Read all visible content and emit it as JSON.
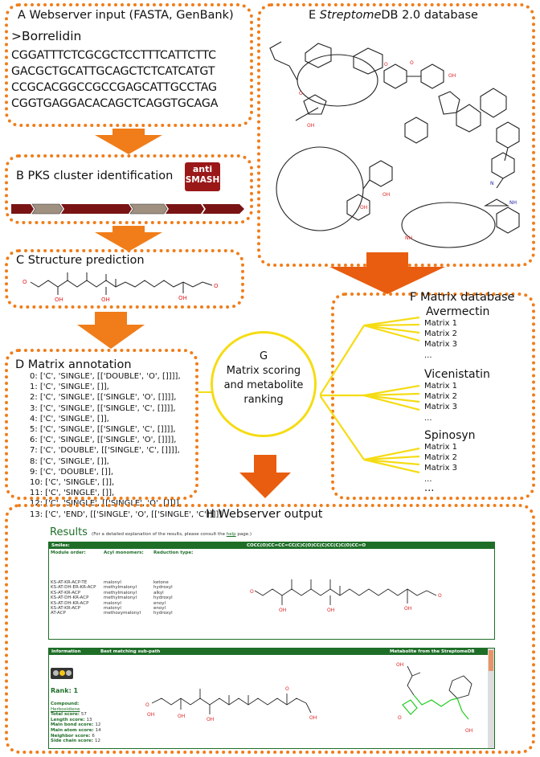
{
  "panelA": {
    "title": "A  Webserver input (FASTA, GenBank)",
    "header": ">Borrelidin",
    "seq": [
      "CGGATTTCTCGCGCTCCTTTCATTCTTC",
      "GACGCTGCATTGCAGCTCTCATCATGT",
      "CCGCACGGCCGCCGAGCATTGCCTAG",
      "CGGTGAGGACACAGCTCAGGTGCAGA"
    ]
  },
  "panelB": {
    "title": "B  PKS cluster identification",
    "logo_top": "anti",
    "logo_bottom": "SMASH"
  },
  "panelC": {
    "title": "C  Structure prediction"
  },
  "panelD": {
    "title": "D  Matrix annotation",
    "lines": [
      "0: ['C', 'SINGLE', [['DOUBLE', 'O', []]]],",
      "1: ['C', 'SINGLE', []],",
      "2: ['C', 'SINGLE', [['SINGLE', 'O', []]]],",
      "3: ['C', 'SINGLE', [['SINGLE', 'C', []]]],",
      "4: ['C', 'SINGLE', []],",
      "5: ['C', 'SINGLE', [['SINGLE', 'C', []]]],",
      "6: ['C', 'SINGLE', [['SINGLE', 'O', []]]],",
      "7: ['C', 'DOUBLE', [['SINGLE', 'C', []]]],",
      "8: ['C', 'SINGLE', []],",
      "9: ['C', 'DOUBLE', []],",
      "10: ['C', 'SINGLE', []],",
      "11: ['C', 'SINGLE', []],",
      "12: ['C', 'SINGLE', [['SINGLE', 'O', []]]],",
      "13: ['C', 'END', [['SINGLE', 'O', [['SINGLE', 'C']]]]]"
    ]
  },
  "panelE": {
    "title_prefix": "E  ",
    "title_italic": "Streptome",
    "title_rest": "DB 2.0 database"
  },
  "panelF": {
    "title": "F  Matrix database",
    "groups": [
      {
        "name": "Avermectin",
        "items": [
          "Matrix 1",
          "Matrix 2",
          "Matrix 3",
          "..."
        ]
      },
      {
        "name": "Vicenistatin",
        "items": [
          "Matrix 1",
          "Matrix 2",
          "Matrix 3",
          "..."
        ]
      },
      {
        "name": "Spinosyn",
        "items": [
          "Matrix 1",
          "Matrix 2",
          "Matrix 3",
          "..."
        ]
      }
    ],
    "ellipsis": "..."
  },
  "panelG": {
    "letter": "G",
    "line1": "Matrix scoring",
    "line2": "and metabolite",
    "line3": "ranking"
  },
  "panelH": {
    "title": "H  Webserver output",
    "results_title": "Results",
    "results_note_pre": "(For a detailed explanation of the results, please consult the ",
    "results_note_link": "help",
    "results_note_post": " page.)",
    "smiles_label": "Smiles:",
    "smiles_value": "COCC(O)CC=CC=CC(C)C(O)CC(C)CC(C)C(O)CC=O",
    "col_module": "Module order:",
    "col_acyl": "Acyl monomers:",
    "col_red": "Reduction type:",
    "modules": [
      [
        "KS-AT-KR-ACP-TE",
        "malonyl",
        "ketone"
      ],
      [
        "KS-AT-DH-ER-KR-ACP",
        "methylmalonyl",
        "hydroxyl"
      ],
      [
        "KS-AT-KR-ACP",
        "methylmalonyl",
        "alkyl"
      ],
      [
        "KS-AT-DH-KR-ACP",
        "methylmalonyl",
        "hydroxyl"
      ],
      [
        "KS-AT-DH-KR-ACP",
        "malonyl",
        "enoyl"
      ],
      [
        "KS-AT-KR-ACP",
        "malonyl",
        "enoyl"
      ],
      [
        "AT-ACP",
        "methoxymalonyl",
        "hydroxyl"
      ]
    ],
    "hdr_info": "Information",
    "hdr_sub": "Best matching sub-path",
    "hdr_met": "Metabolite from the StreptomeDB",
    "rank": "Rank: 1",
    "compound_label": "Compound:",
    "compound_name": "Herboxidiene",
    "stats": [
      [
        "Total score:",
        "57"
      ],
      [
        "Length score:",
        "13"
      ],
      [
        "Main bond score:",
        "12"
      ],
      [
        "Main atom score:",
        "14"
      ],
      [
        "Neighbor score:",
        "6"
      ],
      [
        "Side chain score:",
        "12"
      ]
    ]
  },
  "colors": {
    "orange": "#f07d1a",
    "yellow": "#f5dc14",
    "green": "#1e6e28",
    "red": "#c0392b",
    "pks_dark": "#7a1414",
    "pks_grey": "#a09080"
  }
}
